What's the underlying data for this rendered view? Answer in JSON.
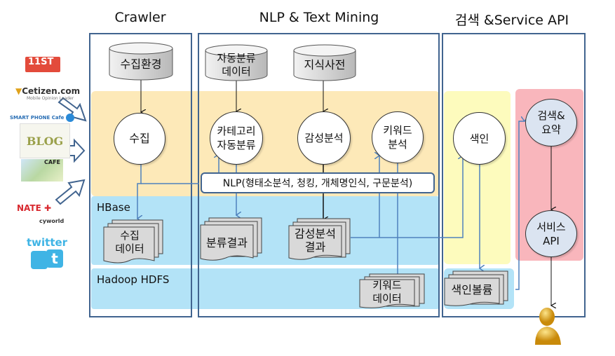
{
  "columns": {
    "crawler": {
      "title": "Crawler"
    },
    "nlp": {
      "title": "NLP & Text Mining"
    },
    "search": {
      "title": "검색 &Service API"
    }
  },
  "layers": {
    "hbase": "HBase",
    "hdfs": "Hadoop HDFS"
  },
  "databases": {
    "collect_env": "수집환경",
    "auto_class_data_l1": "자동분류",
    "auto_class_data_l2": "데이터",
    "knowledge_dict": "지식사전"
  },
  "processes": {
    "collect": "수집",
    "category_l1": "카테고리",
    "category_l2": "자동분류",
    "sentiment": "감성분석",
    "keyword_l1": "키워드",
    "keyword_l2": "분석",
    "index": "색인",
    "search_l1": "검색&",
    "search_l2": "요약",
    "service_l1": "서비스",
    "service_l2": "API"
  },
  "nlp_bar": "NLP(형태소분석, 청킹, 개체명인식, 구문분석)",
  "documents": {
    "collect_data_l1": "수집",
    "collect_data_l2": "데이터",
    "class_result": "분류결과",
    "sentiment_result_l1": "감성분석",
    "sentiment_result_l2": "결과",
    "keyword_data_l1": "키워드",
    "keyword_data_l2": "데이터",
    "index_volume": "색인볼륨"
  },
  "sources": {
    "eleven_st": "11ST",
    "cetizen": "Cetizen.com",
    "cetizen_sub": "Mobile Opinion Leader",
    "smartphone_cafe": "SMART PHONE Cafe",
    "blog": "BLOG",
    "cafe": "CAFE",
    "nate": "NATE",
    "cyworld": "cyworld",
    "twitter": "twitter"
  },
  "colors": {
    "column_border": "#41648f",
    "process_band": "#fde9b8",
    "hbase_band": "#b3e3f7",
    "index_band": "#fdfbbd",
    "service_band": "#f9b6bc",
    "flow_line": "#4f81bd"
  }
}
